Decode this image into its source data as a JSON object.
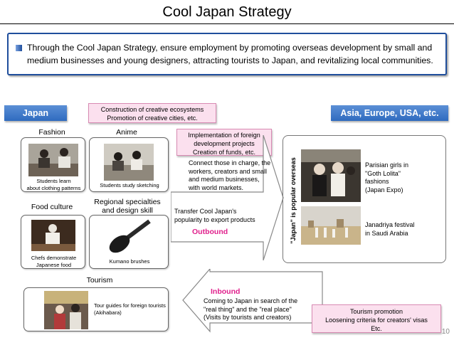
{
  "title": "Cool Japan Strategy",
  "intro": "Through the Cool Japan Strategy, ensure employment by promoting overseas development by small and medium businesses and young designers, attracting tourists to Japan, and revitalizing local communities.",
  "japan_label": "Japan",
  "overseas_label": "Asia, Europe, USA, etc.",
  "ecosystem_box": [
    "Construction of creative ecosystems",
    "Promotion of creative cities, etc."
  ],
  "foreign_dev_box": [
    "Implementation of foreign",
    "development projects",
    "Creation of funds, etc."
  ],
  "categories": {
    "fashion": "Fashion",
    "anime": "Anime",
    "food": "Food culture",
    "regional": [
      "Regional specialties",
      "and design skill"
    ],
    "tourism": "Tourism"
  },
  "captions": {
    "fashion": [
      "Students learn",
      "about clothing patterns"
    ],
    "anime": "Students study sketching",
    "food": [
      "Chefs demonstrate",
      "Japanese food"
    ],
    "regional": "Kumano brushes",
    "tourism": [
      "Tour guides for foreign tourists",
      "(Akihabara)"
    ]
  },
  "connect_text": [
    "Connect those in charge, the",
    "workers, creators and small",
    "and medium businesses,",
    "with world markets."
  ],
  "transfer_text": [
    "Transfer Cool Japan's",
    "popularity to export  products"
  ],
  "outbound": "Outbound",
  "inbound": "Inbound",
  "inbound_text": [
    "Coming to Japan in search of the",
    "\"real thing\" and the \"real place\"",
    "(Visits by tourists and creators)"
  ],
  "vertical_label": "\"Japan\" is popular overseas",
  "overseas_captions": {
    "paris": [
      "Parisian girls in",
      "\"Goth Lolita\"",
      "fashions",
      "(Japan Expo)"
    ],
    "janadriya": [
      "Janadriya festival",
      "in Saudi Arabia"
    ]
  },
  "tourism_box": [
    "Tourism promotion",
    "Loosening criteria for creators' visas",
    "Etc."
  ],
  "page_number": "10"
}
